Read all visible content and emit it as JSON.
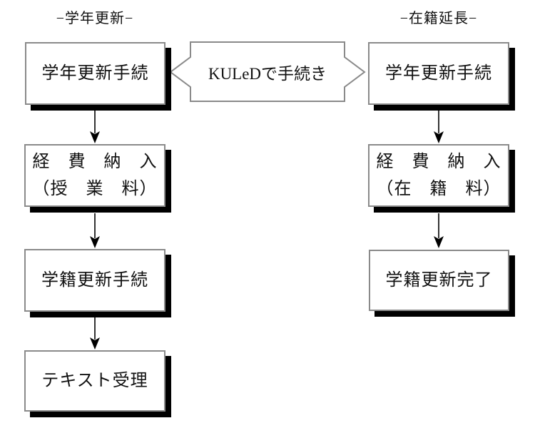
{
  "diagram": {
    "columns": [
      {
        "header": "−学年更新−",
        "boxes": [
          {
            "lines": [
              "学年更新手続"
            ]
          },
          {
            "lines": [
              "経　費　納　入",
              "（授　業　料）"
            ]
          },
          {
            "lines": [
              "学籍更新手続"
            ]
          },
          {
            "lines": [
              "テキスト受理"
            ]
          }
        ]
      },
      {
        "header": "−在籍延長−",
        "boxes": [
          {
            "lines": [
              "学年更新手続"
            ]
          },
          {
            "lines": [
              "経　費　納　入",
              "（在　籍　料）"
            ]
          },
          {
            "lines": [
              "学籍更新完了"
            ]
          }
        ]
      }
    ],
    "connector": {
      "label": "KULeDで手続き"
    },
    "colors": {
      "background": "#ffffff",
      "box_border": "#8a8a8a",
      "box_fill": "#ffffff",
      "shadow": "#000000",
      "text": "#111111",
      "arrow": "#000000"
    }
  }
}
